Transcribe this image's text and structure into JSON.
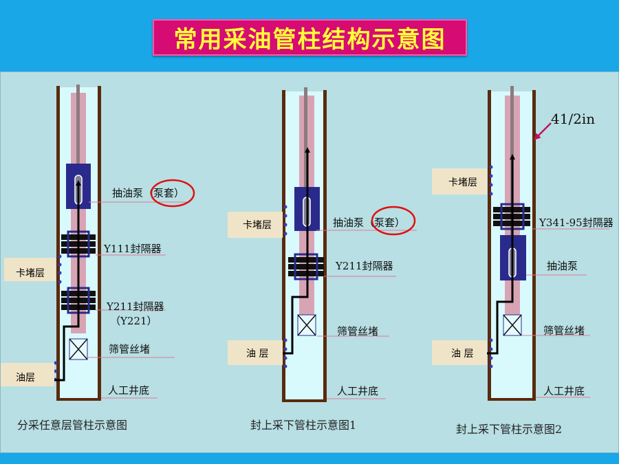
{
  "title": "常用采油管柱结构示意图",
  "colors": {
    "background": "#1aa7e8",
    "panel": "#b8dfe3",
    "title_bg": "#d60b73",
    "title_text": "#ffff3a",
    "casing": "#5a2a0e",
    "pump": "#2a2a8c",
    "highlight_circle": "#e01010"
  },
  "diagram1": {
    "caption": "分采任意层管柱示意图",
    "labels": {
      "pump": "抽油泵（泵套）",
      "packer_upper": "Y111封隔器",
      "packer_lower": "Y211封隔器",
      "packer_lower_alt": "（Y221）",
      "screen_plug": "筛管丝堵",
      "bottom": "人工井底",
      "blockage": "卡堵层",
      "oil_layer": "油层"
    }
  },
  "diagram2": {
    "caption": "封上采下管柱示意图1",
    "labels": {
      "blockage": "卡堵层",
      "pump": "抽油泵（泵套）",
      "packer": "Y211封隔器",
      "screen_plug": "筛管丝堵",
      "oil_layer": "油 层",
      "bottom": "人工井底"
    }
  },
  "diagram3": {
    "caption": "封上采下管柱示意图2",
    "labels": {
      "casing_size": "41/2in",
      "blockage": "卡堵层",
      "packer": "Y341-95封隔器",
      "pump": "抽油泵",
      "screen_plug": "筛管丝堵",
      "oil_layer": "油 层",
      "bottom": "人工井底"
    }
  }
}
